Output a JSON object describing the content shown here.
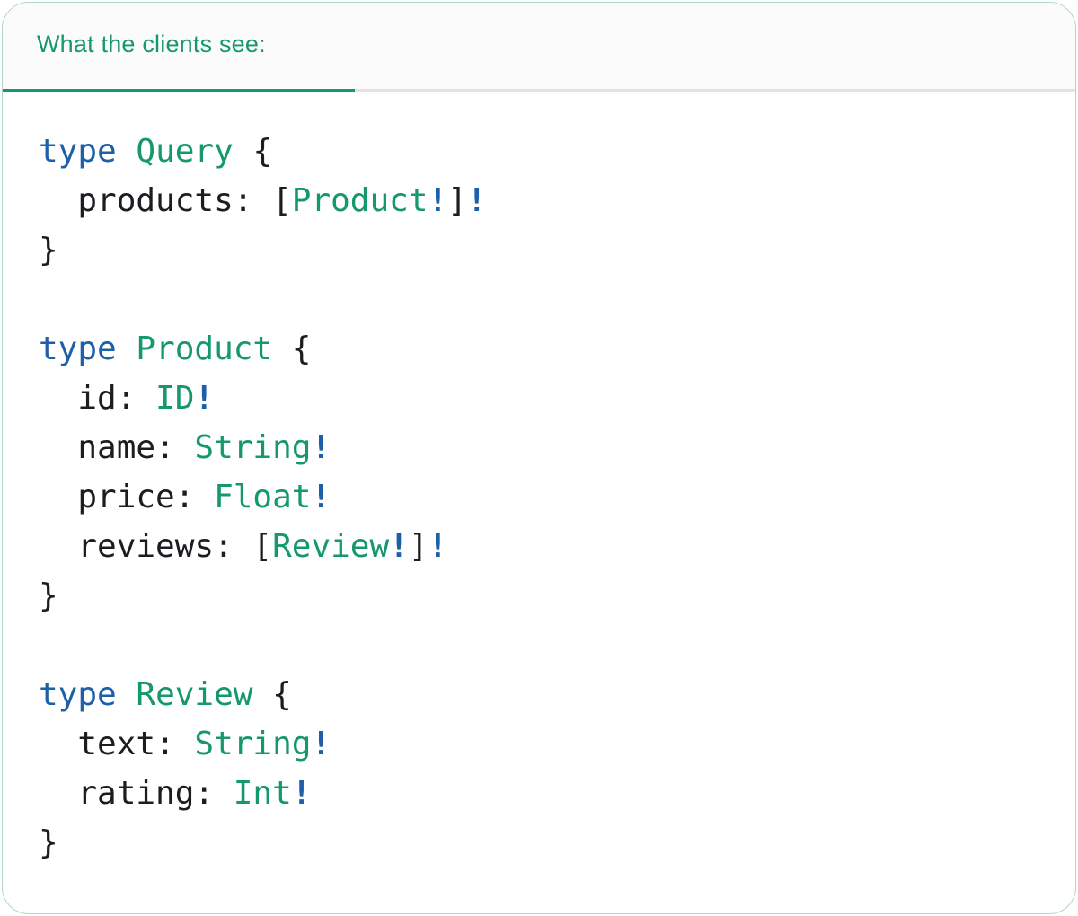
{
  "header": {
    "tab_label": "What the clients see:"
  },
  "colors": {
    "keyword": "#1D5FA8",
    "typename": "#16986E",
    "plain": "#1B1D21",
    "bang": "#1D5FA8",
    "tab_green": "#16986E",
    "header_bg": "#FBFBFB",
    "divider": "#E3E3E3",
    "card_border": "#AED7C0",
    "card_bg": "#FFFFFF"
  },
  "code": {
    "language": "graphql",
    "lines": [
      [
        {
          "t": "kw",
          "s": "type"
        },
        {
          "t": "pl",
          "s": " "
        },
        {
          "t": "tn",
          "s": "Query"
        },
        {
          "t": "pl",
          "s": " {"
        }
      ],
      [
        {
          "t": "pl",
          "s": "  products: ["
        },
        {
          "t": "tn",
          "s": "Product"
        },
        {
          "t": "bg",
          "s": "!"
        },
        {
          "t": "pl",
          "s": "]"
        },
        {
          "t": "bg",
          "s": "!"
        }
      ],
      [
        {
          "t": "pl",
          "s": "}"
        }
      ],
      [],
      [
        {
          "t": "kw",
          "s": "type"
        },
        {
          "t": "pl",
          "s": " "
        },
        {
          "t": "tn",
          "s": "Product"
        },
        {
          "t": "pl",
          "s": " {"
        }
      ],
      [
        {
          "t": "pl",
          "s": "  id: "
        },
        {
          "t": "tn",
          "s": "ID"
        },
        {
          "t": "bg",
          "s": "!"
        }
      ],
      [
        {
          "t": "pl",
          "s": "  name: "
        },
        {
          "t": "tn",
          "s": "String"
        },
        {
          "t": "bg",
          "s": "!"
        }
      ],
      [
        {
          "t": "pl",
          "s": "  price: "
        },
        {
          "t": "tn",
          "s": "Float"
        },
        {
          "t": "bg",
          "s": "!"
        }
      ],
      [
        {
          "t": "pl",
          "s": "  reviews: ["
        },
        {
          "t": "tn",
          "s": "Review"
        },
        {
          "t": "bg",
          "s": "!"
        },
        {
          "t": "pl",
          "s": "]"
        },
        {
          "t": "bg",
          "s": "!"
        }
      ],
      [
        {
          "t": "pl",
          "s": "}"
        }
      ],
      [],
      [
        {
          "t": "kw",
          "s": "type"
        },
        {
          "t": "pl",
          "s": " "
        },
        {
          "t": "tn",
          "s": "Review"
        },
        {
          "t": "pl",
          "s": " {"
        }
      ],
      [
        {
          "t": "pl",
          "s": "  text: "
        },
        {
          "t": "tn",
          "s": "String"
        },
        {
          "t": "bg",
          "s": "!"
        }
      ],
      [
        {
          "t": "pl",
          "s": "  rating: "
        },
        {
          "t": "tn",
          "s": "Int"
        },
        {
          "t": "bg",
          "s": "!"
        }
      ],
      [
        {
          "t": "pl",
          "s": "}"
        }
      ]
    ]
  }
}
